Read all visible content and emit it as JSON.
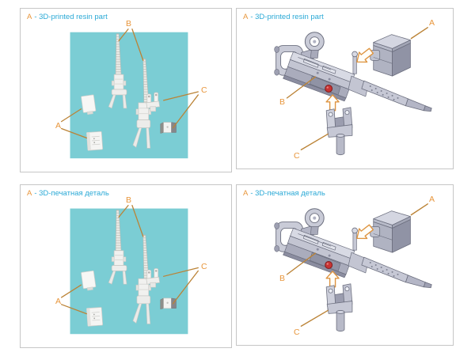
{
  "panels": [
    {
      "id": "top-left",
      "header": {
        "letter": "A",
        "text": "- 3D-printed resin part"
      },
      "labels": {
        "a": "A",
        "b": "B",
        "c": "C"
      }
    },
    {
      "id": "top-right",
      "header": {
        "letter": "A",
        "text": "- 3D-printed resin part"
      },
      "labels": {
        "a": "A",
        "b": "B",
        "c": "C"
      }
    },
    {
      "id": "bottom-left",
      "header": {
        "letter": "А",
        "text": "- 3D-печатная деталь"
      },
      "labels": {
        "a": "A",
        "b": "B",
        "c": "C"
      }
    },
    {
      "id": "bottom-right",
      "header": {
        "letter": "А",
        "text": "- 3D-печатная деталь"
      },
      "labels": {
        "a": "A",
        "b": "B",
        "c": "C"
      }
    }
  ],
  "colors": {
    "header_letter": "#e8963c",
    "header_text": "#2aa9d6",
    "callout_letter": "#e8963c",
    "leader_line": "#bb8336",
    "photo_background": "#7bcdd4",
    "panel_border": "#c6c6c6",
    "attachment_point_dot": "#c73434",
    "arrow_outline": "#de9440",
    "cad_part_body": "#c9cbd7"
  }
}
